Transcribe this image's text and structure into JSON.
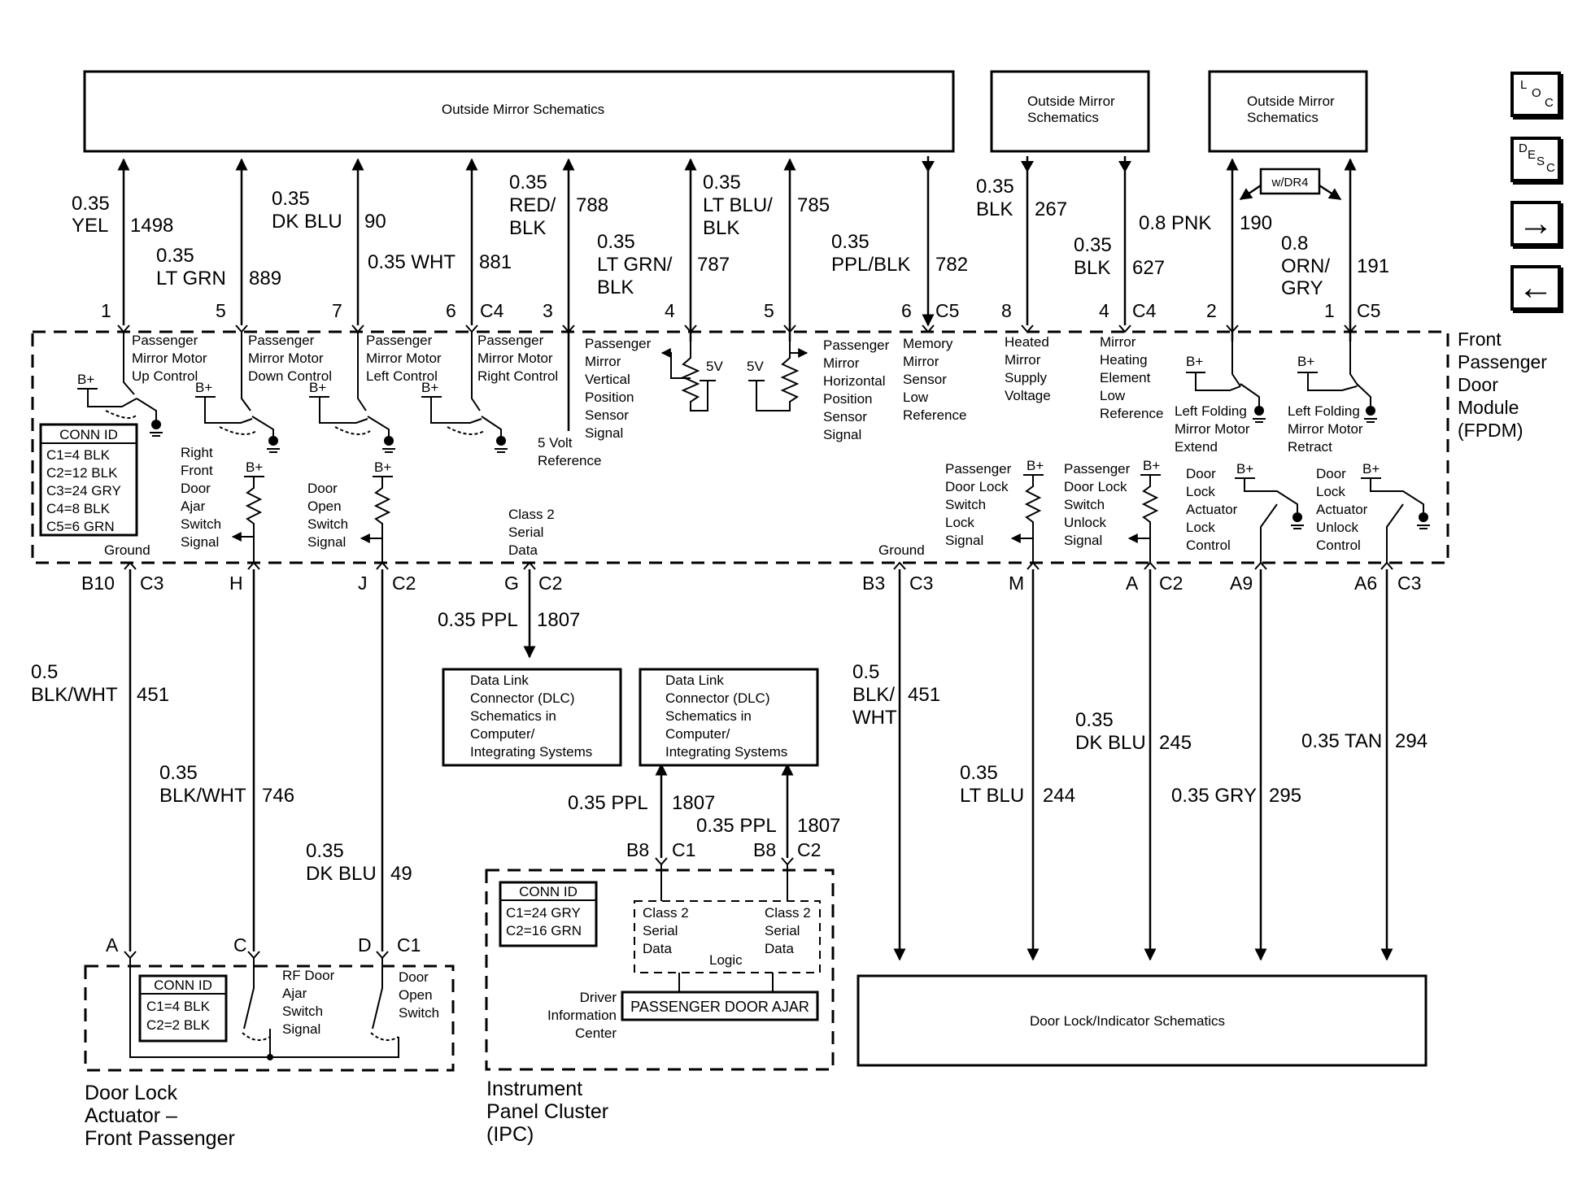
{
  "boxes": {
    "outside_mirror_main": "Outside Mirror Schematics",
    "outside_mirror_2": [
      "Outside Mirror",
      "Schematics"
    ],
    "outside_mirror_3": [
      "Outside Mirror",
      "Schematics"
    ],
    "wdr4": "w/DR4",
    "dlc_1": [
      "Data Link",
      "Connector (DLC)",
      "Schematics in",
      "Computer/",
      "Integrating Systems"
    ],
    "dlc_2": [
      "Data Link",
      "Connector (DLC)",
      "Schematics in",
      "Computer/",
      "Integrating Systems"
    ],
    "door_lock_indicator": "Door Lock/Indicator Schematics",
    "passenger_door_ajar": "PASSENGER DOOR AJAR"
  },
  "top_wires": [
    {
      "gauge": "0.35",
      "color": "YEL",
      "circuit": "1498",
      "pin": "1"
    },
    {
      "gauge": "0.35",
      "color": "LT GRN",
      "circuit": "889",
      "pin": "5"
    },
    {
      "gauge": "0.35",
      "color": "DK BLU",
      "circuit": "90",
      "pin": "7"
    },
    {
      "gauge": "0.35 WHT",
      "color": "",
      "circuit": "881",
      "pin": "6",
      "conn": "C4"
    },
    {
      "gauge": "0.35",
      "color": "RED/ BLK",
      "circuit": "788",
      "pin": "3"
    },
    {
      "gauge": "0.35",
      "color": "LT GRN/ BLK",
      "circuit": "787",
      "pin": "4"
    },
    {
      "gauge": "0.35",
      "color": "LT BLU/ BLK",
      "circuit": "785",
      "pin": "5"
    },
    {
      "gauge": "0.35",
      "color": "PPL/BLK",
      "circuit": "782",
      "pin": "6",
      "conn": "C5"
    },
    {
      "gauge": "0.35",
      "color": "BLK",
      "circuit": "267",
      "pin": "8"
    },
    {
      "gauge": "0.35",
      "color": "BLK",
      "circuit": "627",
      "pin": "4",
      "conn": "C4"
    },
    {
      "gauge": "0.8 PNK",
      "color": "",
      "circuit": "190",
      "pin": "2"
    },
    {
      "gauge": "0.8",
      "color": "ORN/ GRY",
      "circuit": "191",
      "pin": "1",
      "conn": "C5"
    }
  ],
  "fpdm": {
    "title": [
      "Front",
      "Passenger",
      "Door",
      "Module",
      "(FPDM)"
    ],
    "conn_id": {
      "header": "CONN ID",
      "rows": [
        "C1=4 BLK",
        "C2=12 BLK",
        "C3=24 GRY",
        "C4=8 BLK",
        "C5=6 GRN"
      ]
    },
    "labels": {
      "up": [
        "Passenger",
        "Mirror Motor",
        "Up Control"
      ],
      "down": [
        "Passenger",
        "Mirror Motor",
        "Down Control"
      ],
      "left": [
        "Passenger",
        "Mirror Motor",
        "Left Control"
      ],
      "right": [
        "Passenger",
        "Mirror Motor",
        "Right Control"
      ],
      "vert": [
        "Passenger",
        "Mirror",
        "Vertical",
        "Position",
        "Sensor",
        "Signal"
      ],
      "five_volt_ref": [
        "5 Volt",
        "Reference"
      ],
      "horiz": [
        "Passenger",
        "Mirror",
        "Horizontal",
        "Position",
        "Sensor",
        "Signal"
      ],
      "mem": [
        "Memory",
        "Mirror",
        "Sensor",
        "Low",
        "Reference"
      ],
      "heated": [
        "Heated",
        "Mirror",
        "Supply",
        "Voltage"
      ],
      "heating": [
        "Mirror",
        "Heating",
        "Element",
        "Low",
        "Reference"
      ],
      "fold_ext": [
        "Left Folding",
        "Mirror Motor",
        "Extend"
      ],
      "fold_ret": [
        "Left Folding",
        "Mirror Motor",
        "Retract"
      ],
      "rf_ajar": [
        "Right",
        "Front",
        "Door",
        "Ajar",
        "Switch",
        "Signal"
      ],
      "door_open": [
        "Door",
        "Open",
        "Switch",
        "Signal"
      ],
      "class2": [
        "Class 2",
        "Serial",
        "Data"
      ],
      "lock_sw": [
        "Passenger",
        "Door Lock",
        "Switch",
        "Lock",
        "Signal"
      ],
      "unlock_sw": [
        "Passenger",
        "Door Lock",
        "Switch",
        "Unlock",
        "Signal"
      ],
      "act_lock": [
        "Door",
        "Lock",
        "Actuator",
        "Lock",
        "Control"
      ],
      "act_unlock": [
        "Door",
        "Lock",
        "Actuator",
        "Unlock",
        "Control"
      ],
      "ground": "Ground",
      "bplus": "B+",
      "five_v": "5V"
    }
  },
  "bottom_pins": [
    {
      "pin": "B10",
      "conn": "C3"
    },
    {
      "pin": "H",
      "conn": ""
    },
    {
      "pin": "J",
      "conn": "C2"
    },
    {
      "pin": "G",
      "conn": "C2"
    },
    {
      "pin": "B3",
      "conn": "C3"
    },
    {
      "pin": "M",
      "conn": ""
    },
    {
      "pin": "A",
      "conn": "C2"
    },
    {
      "pin": "A9",
      "conn": ""
    },
    {
      "pin": "A6",
      "conn": "C3"
    }
  ],
  "bottom_wires": {
    "w451a": {
      "gauge": "0.5",
      "color": "BLK/WHT",
      "circuit": "451"
    },
    "w746": {
      "gauge": "0.35",
      "color": "BLK/WHT",
      "circuit": "746"
    },
    "w49": {
      "gauge": "0.35",
      "color": "DK BLU",
      "circuit": "49"
    },
    "w1807a": {
      "text": "0.35 PPL",
      "circuit": "1807"
    },
    "w451b": {
      "gauge": "0.5",
      "color": "BLK/ WHT",
      "circuit": "451"
    },
    "w244": {
      "gauge": "0.35",
      "color": "LT BLU",
      "circuit": "244"
    },
    "w245": {
      "gauge": "0.35",
      "color": "DK BLU",
      "circuit": "245"
    },
    "w295": {
      "text": "0.35 GRY",
      "circuit": "295"
    },
    "w294": {
      "text": "0.35 TAN",
      "circuit": "294"
    },
    "w1807b": {
      "text": "0.35 PPL",
      "circuit": "1807"
    },
    "w1807c": {
      "text": "0.35 PPL",
      "circuit": "1807"
    }
  },
  "actuator": {
    "pins": [
      "A",
      "C",
      "D",
      "C1"
    ],
    "conn_id": {
      "header": "CONN ID",
      "rows": [
        "C1=4 BLK",
        "C2=2 BLK"
      ]
    },
    "rf_ajar": [
      "RF Door",
      "Ajar",
      "Switch",
      "Signal"
    ],
    "door_open": [
      "Door",
      "Open",
      "Switch"
    ],
    "title": [
      "Door Lock",
      "Actuator –",
      "Front Passenger"
    ]
  },
  "ipc": {
    "pins": [
      "B8",
      "C1",
      "B8",
      "C2"
    ],
    "conn_id": {
      "header": "CONN ID",
      "rows": [
        "C1=24 GRY",
        "C2=16 GRN"
      ]
    },
    "class2": [
      "Class 2",
      "Serial",
      "Data"
    ],
    "logic": "Logic",
    "dic": [
      "Driver",
      "Information",
      "Center"
    ],
    "title": [
      "Instrument",
      "Panel Cluster",
      "(IPC)"
    ]
  },
  "nav": {
    "loc": {
      "a": "L",
      "b": "O",
      "c": "C"
    },
    "desc": {
      "a": "D",
      "b": "E",
      "c": "S",
      "d": "C"
    },
    "next": "→",
    "prev": "←"
  }
}
